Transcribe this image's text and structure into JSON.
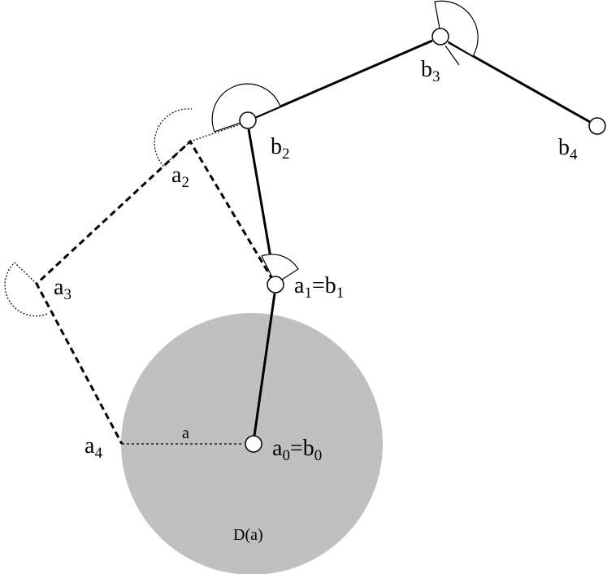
{
  "colors": {
    "disk_fill": "#c0c0c0",
    "stroke": "#000000",
    "background": "#ffffff"
  },
  "labels": {
    "a0b0": {
      "base1": "a",
      "sub1": "0",
      "eq": "=b",
      "sub2": "0"
    },
    "a1b1": {
      "base1": "a",
      "sub1": "1",
      "eq": "=b",
      "sub2": "1"
    },
    "a2": {
      "base": "a",
      "sub": "2"
    },
    "a3": {
      "base": "a",
      "sub": "3"
    },
    "a4": {
      "base": "a",
      "sub": "4"
    },
    "b2": {
      "base": "b",
      "sub": "2"
    },
    "b3": {
      "base": "b",
      "sub": "3"
    },
    "b4": {
      "base": "b",
      "sub": "4"
    },
    "radius": "a",
    "disk": "D(a)"
  }
}
